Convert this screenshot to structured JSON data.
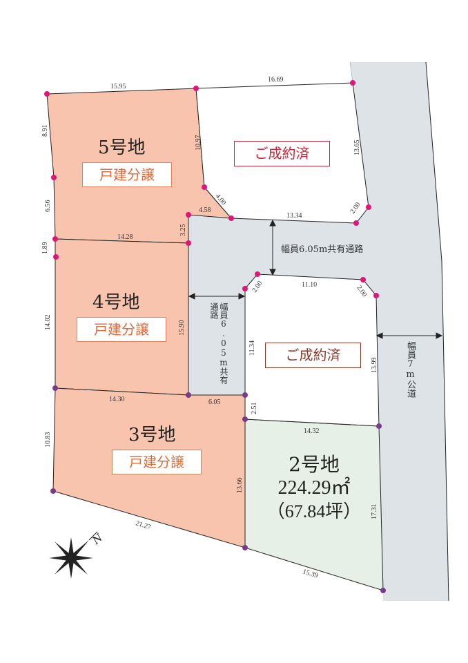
{
  "lots": {
    "lot5": {
      "name": "5号地",
      "tag": "戸建分譲"
    },
    "lot4": {
      "name": "4号地",
      "tag": "戸建分譲"
    },
    "lot3": {
      "name": "3号地",
      "tag": "戸建分譲"
    },
    "lot2": {
      "name": "2号地",
      "area_m2": "224.29㎡",
      "area_tsubo": "（67.84坪）"
    },
    "sold_upper": {
      "tag": "ご成約済"
    },
    "sold_lower": {
      "tag": "ご成約済"
    }
  },
  "roads": {
    "shared_horizontal": "幅員6.05m共有通路",
    "shared_vertical": "幅員6.05m共有通路",
    "public": "幅員7m公道"
  },
  "dimensions": {
    "d1595": "15.95",
    "d1669": "16.69",
    "d891": "8.91",
    "d1097": "10.97",
    "d1365": "13.65",
    "d656": "6.56",
    "d400": "4.00",
    "d458": "4.58",
    "d1334": "13.34",
    "d200a": "2.00",
    "d189": "1.89",
    "d1428": "14.28",
    "d325": "3.25",
    "d200b": "2.00",
    "d1110": "11.10",
    "d200c": "2.00",
    "d1402": "14.02",
    "d1590": "15.90",
    "d1134": "11.34",
    "d1399": "13.99",
    "d1430": "14.30",
    "d605": "6.05",
    "d251": "2.51",
    "d1432": "14.32",
    "d1083": "10.83",
    "d1366": "13.66",
    "d1731": "17.31",
    "d2127": "21.27",
    "d1539": "15.39"
  },
  "compass": {
    "north": "N"
  },
  "colors": {
    "for_sale": "#f8c4ad",
    "lot2": "#e6f0e6",
    "road": "#dde3e6",
    "dot_top": "#e0157a",
    "dot_bottom": "#7a3a8a"
  }
}
